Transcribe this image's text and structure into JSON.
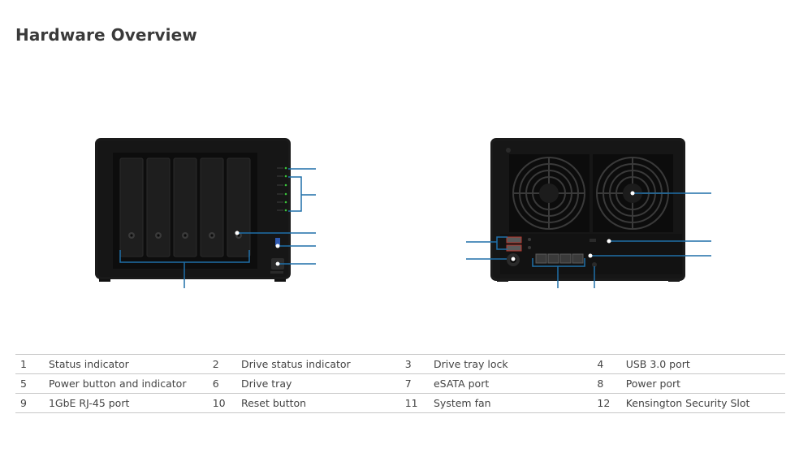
{
  "title": "Hardware Overview",
  "legend": [
    [
      {
        "num": "1",
        "label": "Status indicator"
      },
      {
        "num": "2",
        "label": "Drive status indicator"
      },
      {
        "num": "3",
        "label": "Drive tray lock"
      },
      {
        "num": "4",
        "label": "USB 3.0 port"
      }
    ],
    [
      {
        "num": "5",
        "label": "Power button and indicator"
      },
      {
        "num": "6",
        "label": "Drive tray"
      },
      {
        "num": "7",
        "label": "eSATA port"
      },
      {
        "num": "8",
        "label": "Power port"
      }
    ],
    [
      {
        "num": "9",
        "label": "1GbE RJ-45 port"
      },
      {
        "num": "10",
        "label": "Reset button"
      },
      {
        "num": "11",
        "label": "System fan"
      },
      {
        "num": "12",
        "label": "Kensington Security Slot"
      }
    ]
  ],
  "colors": {
    "callout": "#1f6fa8",
    "device": "#161616",
    "led": "#3ac43a"
  }
}
